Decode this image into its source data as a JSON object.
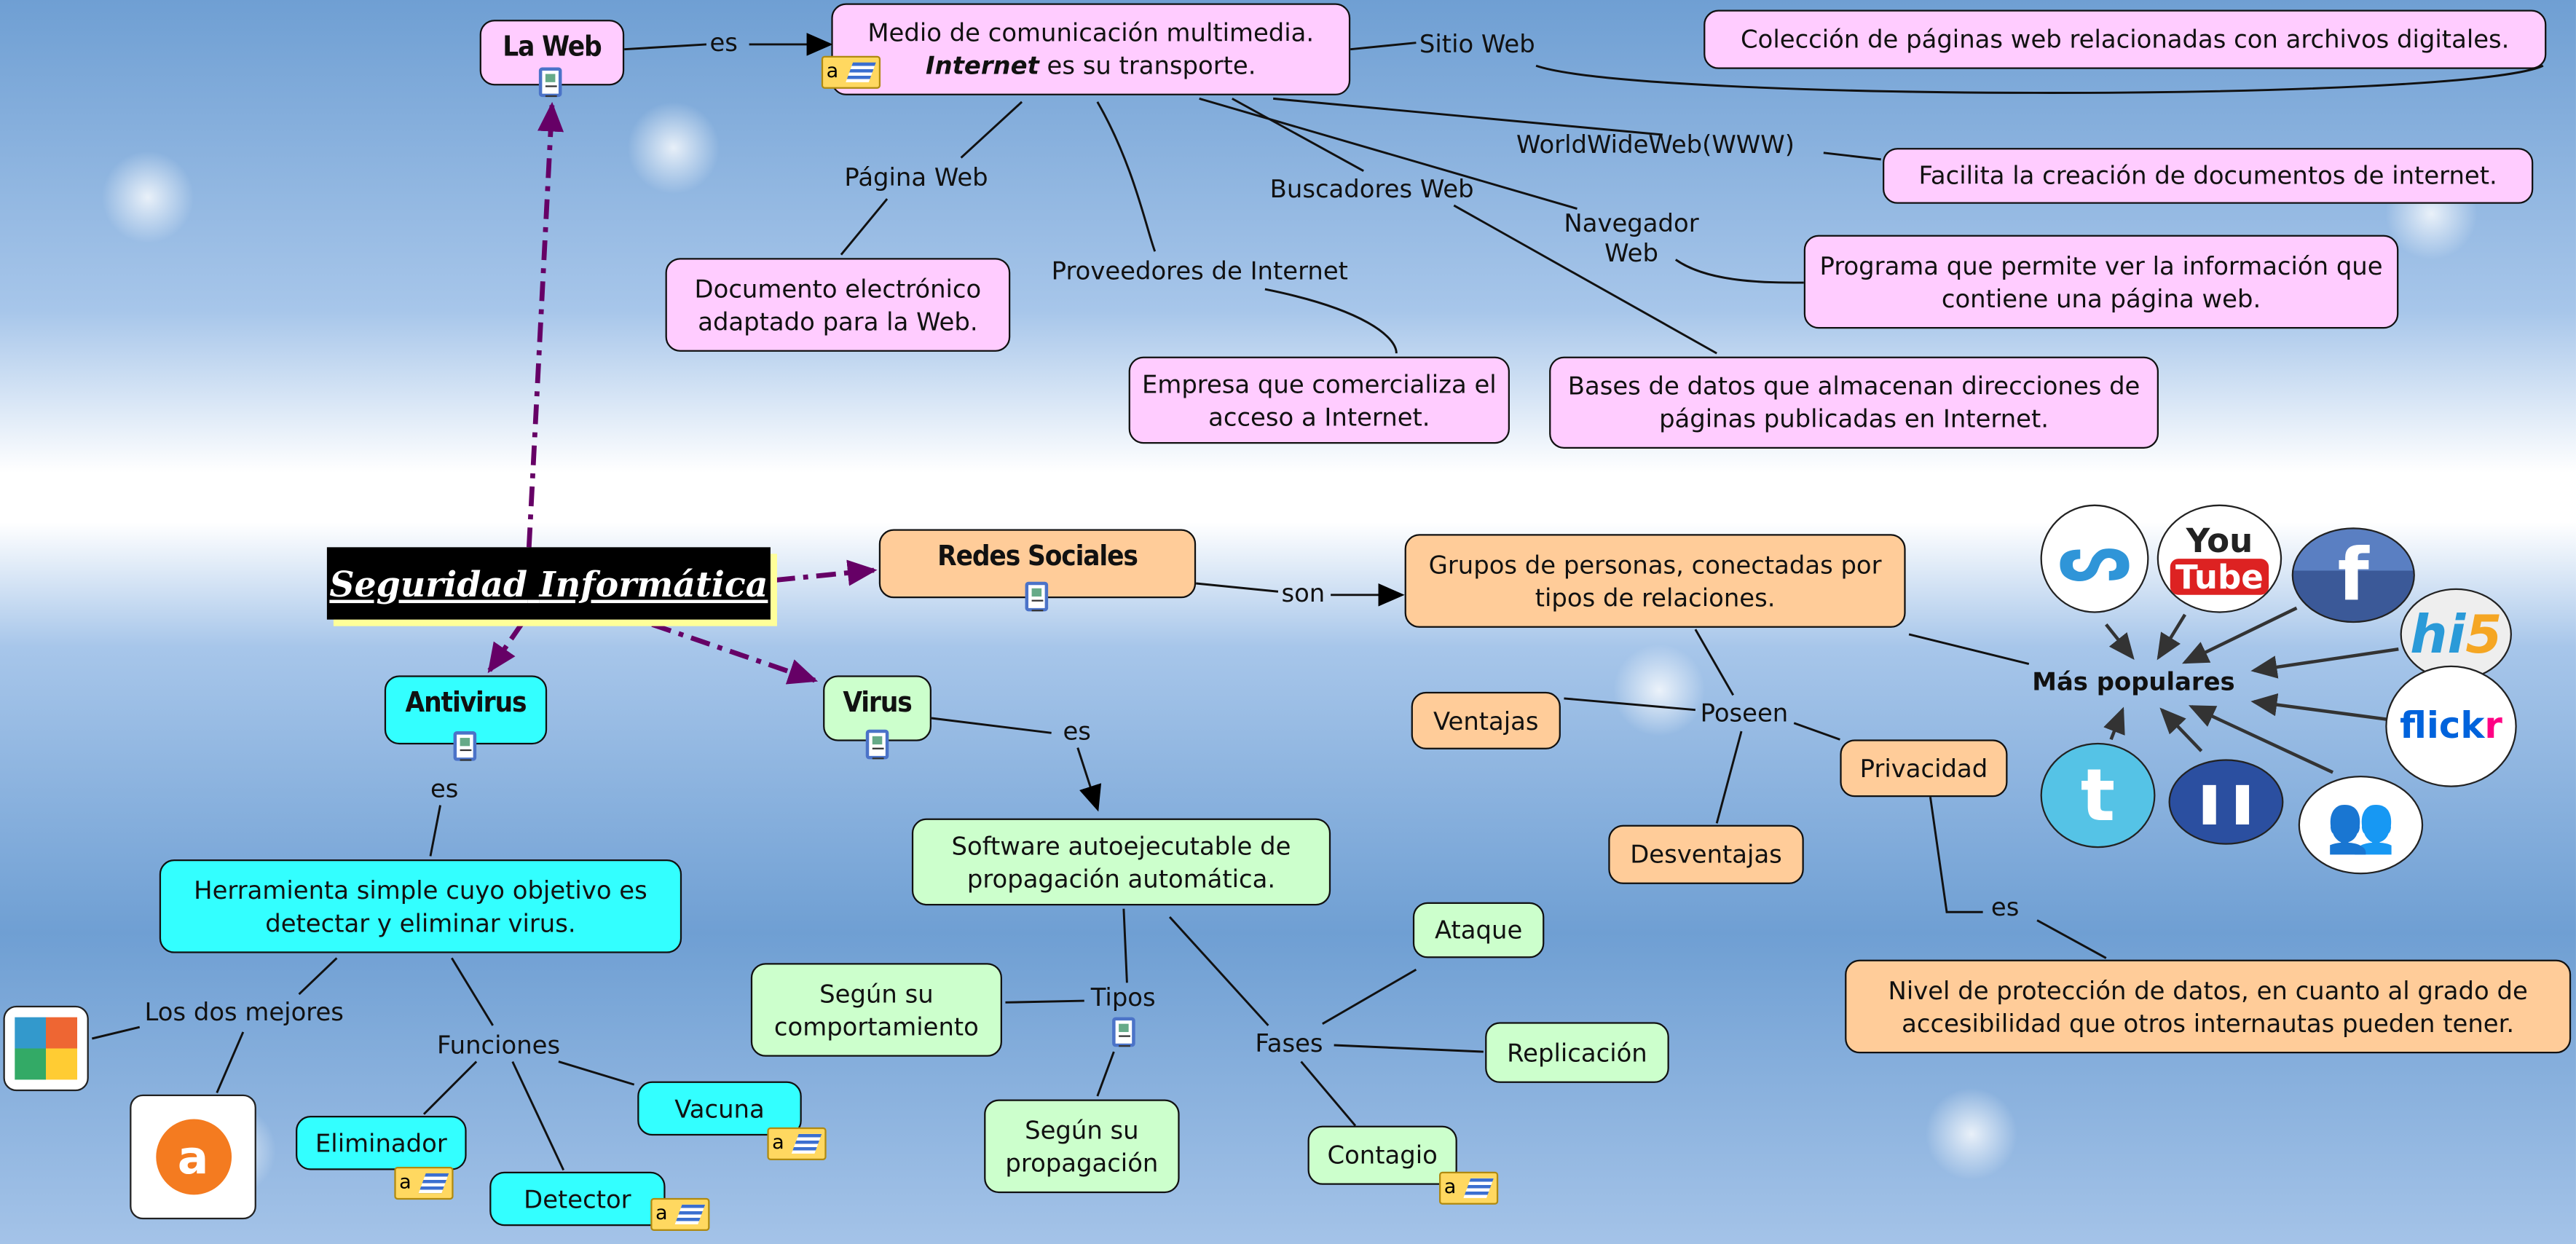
{
  "title": "Seguridad Informática",
  "title_parts": [
    "Seguridad",
    "Informática"
  ],
  "colors": {
    "web_nodes": "#ffccff",
    "social_nodes": "#ffcc99",
    "antivirus_nodes": "#33ffff",
    "virus_nodes": "#ccffcc",
    "main_links": "#660066"
  },
  "web": {
    "node": "La Web",
    "link_es": "es",
    "definition_line1": "Medio de comunicación multimedia.",
    "definition_bold": "Internet",
    "definition_line2": " es su transporte.",
    "sitio_web": "Sitio Web",
    "sitio_web_def": "Colección de páginas web relacionadas con archivos digitales.",
    "www": "WorldWideWeb(WWW)",
    "www_def": "Facilita la creación de documentos de internet.",
    "navegador_line1": "Navegador",
    "navegador_line2": "Web",
    "navegador_def": "Programa que permite ver la información que contiene una página web.",
    "pagina_web": "Página Web",
    "pagina_web_def": "Documento electrónico adaptado para la Web.",
    "proveedores": "Proveedores de Internet",
    "proveedores_def": "Empresa que comercializa el acceso a Internet.",
    "buscadores": "Buscadores Web",
    "buscadores_def": "Bases de datos que almacenan direcciones de páginas publicadas en Internet."
  },
  "social": {
    "node": "Redes Sociales",
    "link_son": "son",
    "definition": "Grupos de personas, conectadas por tipos de relaciones.",
    "poseen": "Poseen",
    "ventajas": "Ventajas",
    "desventajas": "Desventajas",
    "privacidad": "Privacidad",
    "link_es": "es",
    "privacidad_def": "Nivel de protección de datos, en cuanto al grado de accesibilidad que otros internautas pueden tener.",
    "popular": "Más populares",
    "logos": [
      {
        "name": "sonico",
        "text": "ᔕ"
      },
      {
        "name": "youtube",
        "text_top": "You",
        "text_bottom": "Tube"
      },
      {
        "name": "facebook",
        "text": "f"
      },
      {
        "name": "hi5",
        "text_a": "hi",
        "text_b": "5"
      },
      {
        "name": "flickr",
        "text_a": "flick",
        "text_b": "r"
      },
      {
        "name": "twitter",
        "text": "t"
      },
      {
        "name": "myspace",
        "text": "❚❚"
      },
      {
        "name": "msn",
        "text": "👥"
      }
    ]
  },
  "antivirus": {
    "node": "Antivirus",
    "link_es": "es",
    "definition": "Herramienta simple cuyo objetivo es detectar y eliminar virus.",
    "best": "Los dos mejores",
    "best_logos": [
      {
        "name": "avg"
      },
      {
        "name": "avast",
        "text": "a"
      }
    ],
    "funciones": "Funciones",
    "items": [
      "Eliminador",
      "Detector",
      "Vacuna"
    ]
  },
  "virus": {
    "node": "Virus",
    "link_es": "es",
    "definition": "Software autoejecutable de propagación automática.",
    "tipos": "Tipos",
    "tipos_items": [
      "Según su comportamiento",
      "Según su propagación"
    ],
    "fases": "Fases",
    "fases_items": [
      "Ataque",
      "Replicación",
      "Contagio"
    ]
  },
  "icons": {
    "resource": "note-document-icon",
    "annotation": "annotation-pencil-icon",
    "note_letter": "a"
  }
}
